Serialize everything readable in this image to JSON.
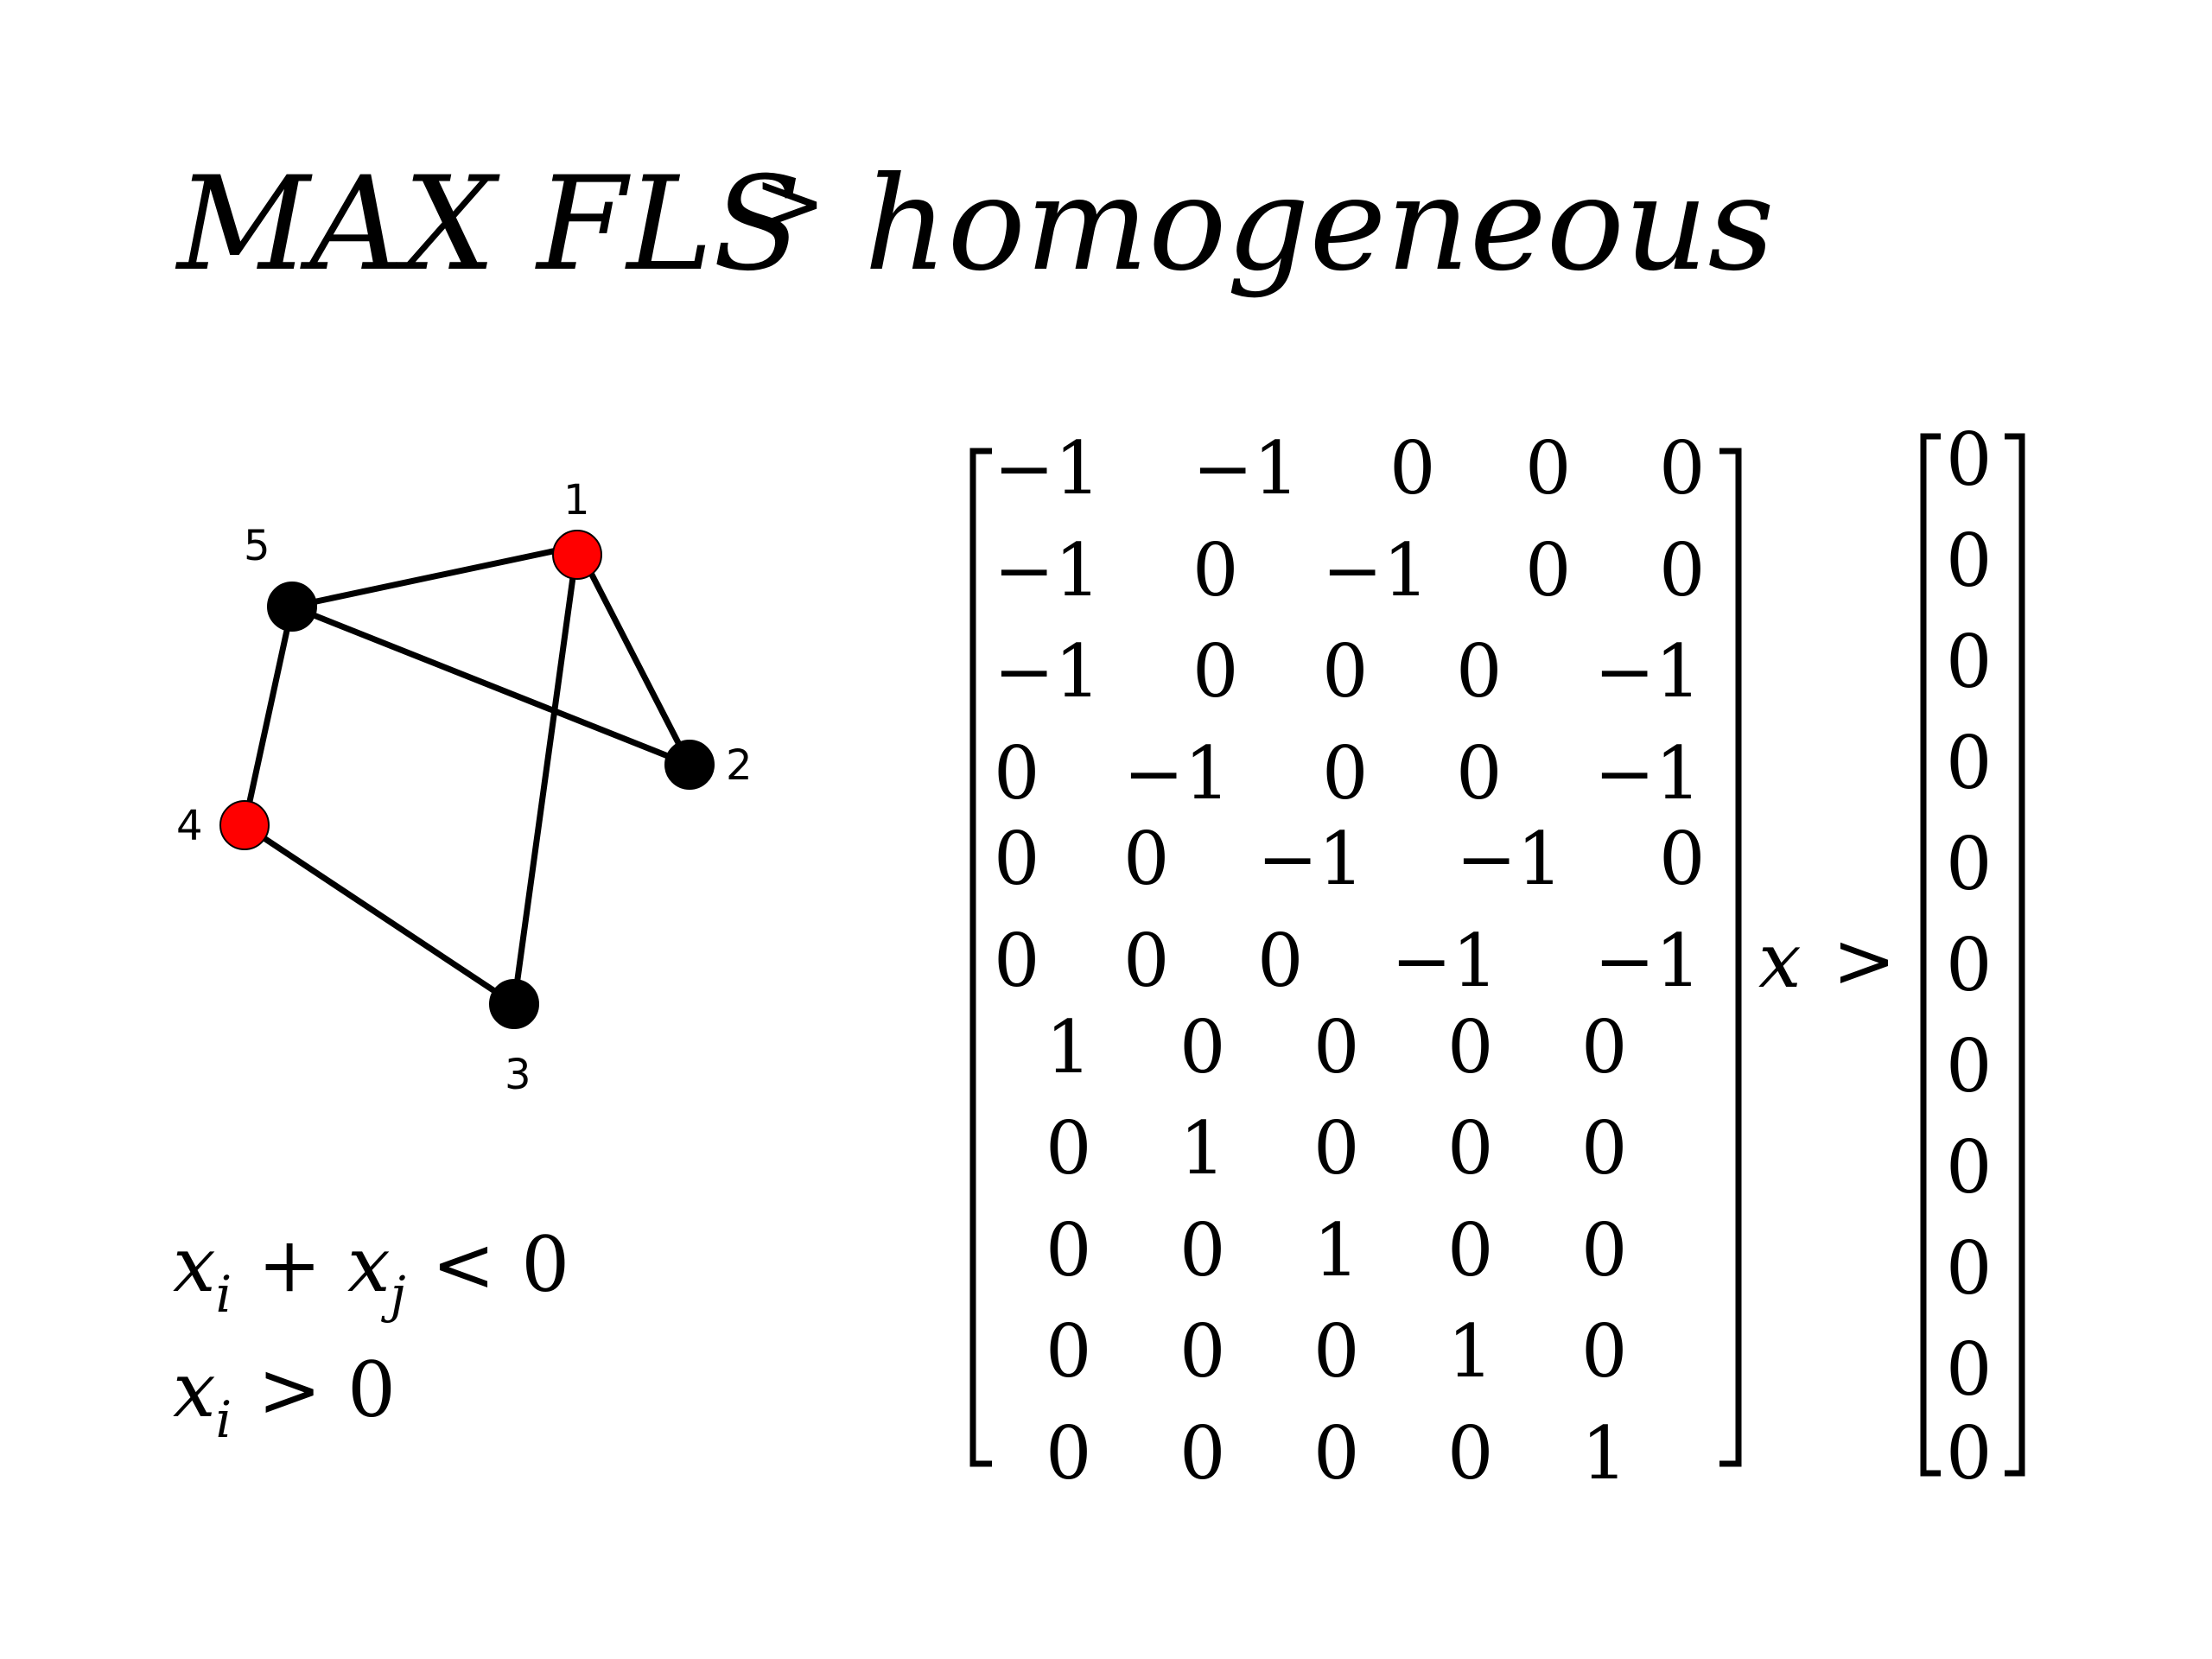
{
  "title": {
    "part_a": "MAX FLS",
    "relation": ">",
    "part_b": "homogeneous"
  },
  "graph": {
    "nodes": [
      {
        "label": "1",
        "color": "#ff0000"
      },
      {
        "label": "2",
        "color": "#000000"
      },
      {
        "label": "3",
        "color": "#000000"
      },
      {
        "label": "4",
        "color": "#ff0000"
      },
      {
        "label": "5",
        "color": "#000000"
      }
    ],
    "edges": [
      [
        "5",
        "1"
      ],
      [
        "1",
        "2"
      ],
      [
        "1",
        "3"
      ],
      [
        "5",
        "2"
      ],
      [
        "5",
        "4"
      ],
      [
        "4",
        "3"
      ]
    ]
  },
  "constraints": {
    "c1": {
      "var1": "x",
      "sub1": "i",
      "plus": "+",
      "var2": "x",
      "sub2": "j",
      "rel": "<",
      "rhs": "0"
    },
    "c2": {
      "var1": "x",
      "sub1": "i",
      "rel": ">",
      "rhs": "0"
    }
  },
  "matrix": {
    "rows": [
      [
        "−1",
        "−1",
        "0",
        "0",
        "0"
      ],
      [
        "−1",
        "0",
        "−1",
        "0",
        "0"
      ],
      [
        "−1",
        "0",
        "0",
        "0",
        "−1"
      ],
      [
        "0",
        "−1",
        "0",
        "0",
        "−1"
      ],
      [
        "0",
        "0",
        "−1",
        "−1",
        "0"
      ],
      [
        "0",
        "0",
        "0",
        "−1",
        "−1"
      ],
      [
        "1",
        "0",
        "0",
        "0",
        "0"
      ],
      [
        "0",
        "1",
        "0",
        "0",
        "0"
      ],
      [
        "0",
        "0",
        "1",
        "0",
        "0"
      ],
      [
        "0",
        "0",
        "0",
        "1",
        "0"
      ],
      [
        "0",
        "0",
        "0",
        "0",
        "1"
      ]
    ],
    "operator_var": "x",
    "operator_rel": ">",
    "rhs": [
      "0",
      "0",
      "0",
      "0",
      "0",
      "0",
      "0",
      "0",
      "0",
      "0",
      "0"
    ]
  }
}
